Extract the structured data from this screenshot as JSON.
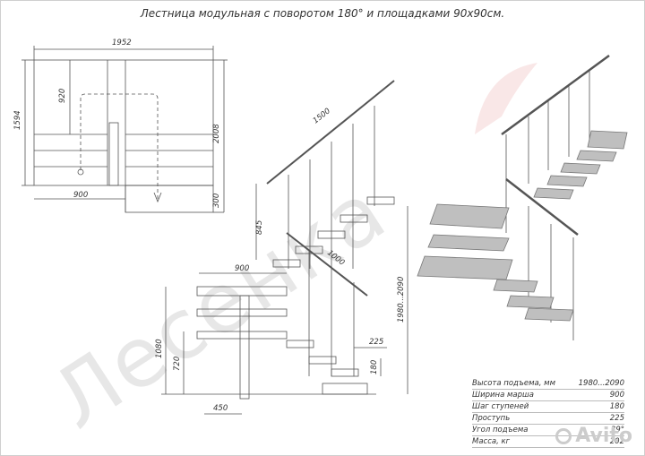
{
  "title": "Лестница модульная с поворотом 180° и площадками 90x90см.",
  "dims": {
    "plan_width": "1952",
    "plan_height": "1594",
    "plan_920": "920",
    "plan_2008": "2008",
    "plan_900": "900",
    "plan_300": "300",
    "side_1500": "1500",
    "side_1000": "1000",
    "side_845": "845",
    "side_900": "900",
    "side_1080": "1080",
    "side_720": "720",
    "side_1980": "1980...2090",
    "side_225": "225",
    "side_180": "180",
    "side_450": "450"
  },
  "specs": [
    {
      "label": "Высота подъема, мм",
      "value": "1980...2090"
    },
    {
      "label": "Ширина марша",
      "value": "900"
    },
    {
      "label": "Шаг ступеней",
      "value": "180"
    },
    {
      "label": "Проступь",
      "value": "225"
    },
    {
      "label": "Угол подъема",
      "value": "39°"
    },
    {
      "label": "Масса, кг",
      "value": "202"
    }
  ],
  "watermark": "Лесенка",
  "brand": "Avito"
}
